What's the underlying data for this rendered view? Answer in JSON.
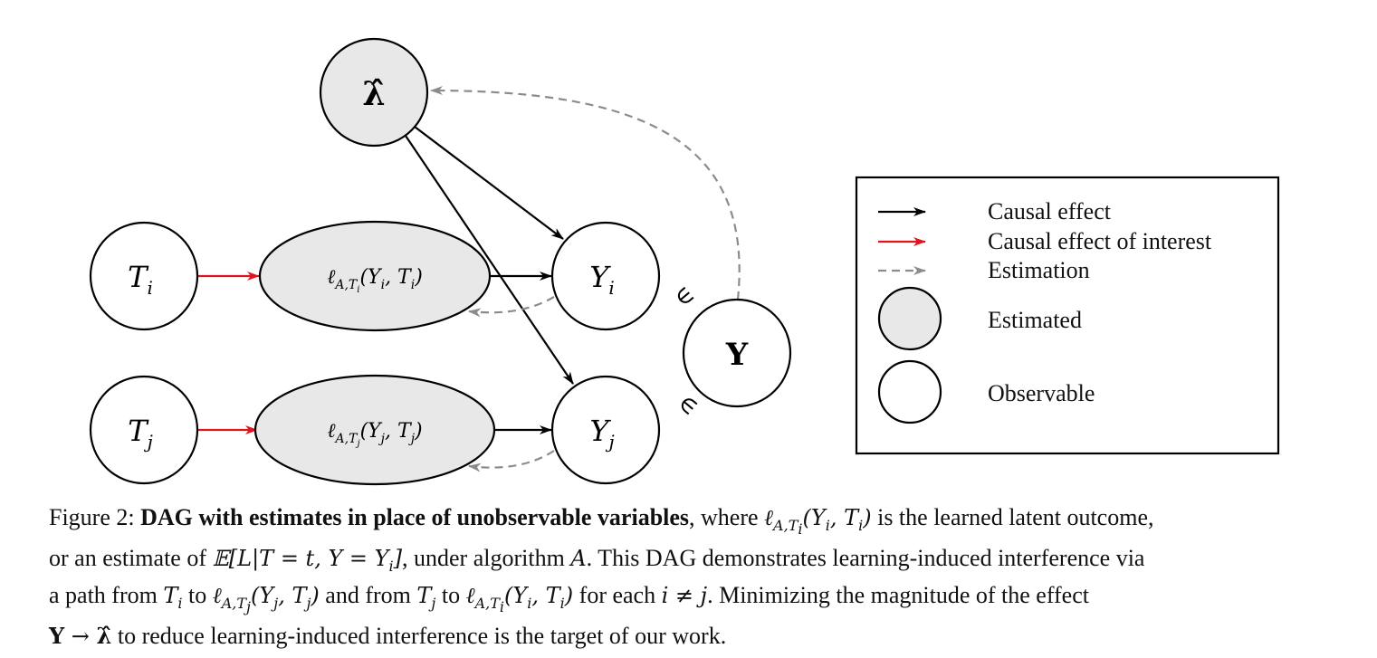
{
  "nodes": {
    "lambda_hat": {
      "label": "λ̂",
      "estimated": true
    },
    "t_i": {
      "label": "T",
      "sub": "i",
      "estimated": false
    },
    "t_j": {
      "label": "T",
      "sub": "j",
      "estimated": false
    },
    "loss_i": {
      "label": "ℓ",
      "sub": "A,T",
      "subsub": "i",
      "args": "(Y",
      "args_sub": "i",
      "args2": ", T",
      "args2_sub": "i",
      "args_end": ")",
      "estimated": true
    },
    "loss_j": {
      "label": "ℓ",
      "sub": "A,T",
      "subsub": "j",
      "args": "(Y",
      "args_sub": "j",
      "args2": ", T",
      "args2_sub": "j",
      "args_end": ")",
      "estimated": true
    },
    "y_i": {
      "label": "Y",
      "sub": "i",
      "estimated": false
    },
    "y_j": {
      "label": "Y",
      "sub": "j",
      "estimated": false
    },
    "y_set": {
      "label": "Y",
      "estimated": false
    },
    "member_symbol": "∈"
  },
  "colors": {
    "causal": "#000000",
    "causal_interest": "#e0141e",
    "estimation": "#8c8c8c",
    "estimated_fill": "#e8e8e8",
    "observable_fill": "#ffffff"
  },
  "legend": {
    "items": [
      {
        "label": "Causal effect",
        "marker": "black-arrow"
      },
      {
        "label": "Causal effect of interest",
        "marker": "red-arrow"
      },
      {
        "label": "Estimation",
        "marker": "dashed-gray-arrow"
      },
      {
        "label": "Estimated",
        "marker": "gray-circle"
      },
      {
        "label": "Observable",
        "marker": "white-circle"
      }
    ]
  },
  "caption": {
    "prefix": "Figure 2: ",
    "bold_title": "DAG with estimates in place of unobservable variables",
    "l1_a": ", where ",
    "l1_b": " is the learned latent outcome,",
    "l2_a": "or an estimate of ",
    "l2_b": ", under algorithm ",
    "l2_c": ". This DAG demonstrates learning-induced interference via",
    "l3_a": "a path from ",
    "l3_b": " to ",
    "l3_c": " and from ",
    "l3_d": " to ",
    "l3_e": " for each ",
    "l3_f": ". Minimizing the magnitude of the effect",
    "l4_b": " to reduce learning-induced interference is the target of our work.",
    "math_expectation": "𝔼[L|T = t, Y = Y",
    "math_expectation_sub": "i",
    "math_expectation_end": "]",
    "math_A": "A",
    "math_i_neq_j": "i ≠ j",
    "math_Y_bold": "Y",
    "math_arrow": " → ",
    "math_lambda_hat": "λ̂"
  }
}
